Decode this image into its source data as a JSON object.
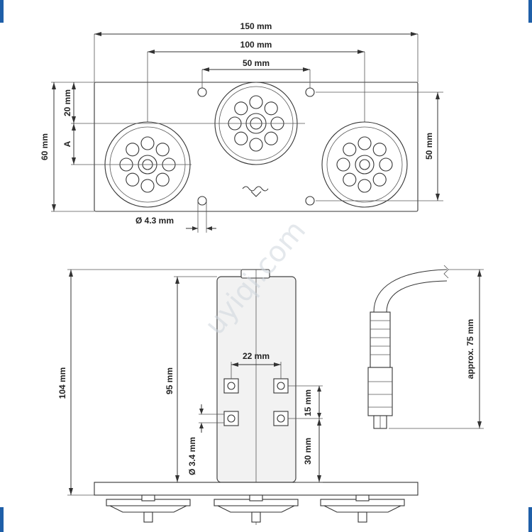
{
  "dimensions": {
    "top_width": "150 mm",
    "hole_spacing_outer": "100 mm",
    "hole_spacing_inner": "50 mm",
    "plate_height": "60 mm",
    "offset_top": "20 mm",
    "offset_a": "A",
    "right_height": "50 mm",
    "hole_diameter": "Ø 4.3 mm",
    "total_height": "104 mm",
    "body_height": "95 mm",
    "bracket_spacing": "22 mm",
    "bracket_vertical": "15 mm",
    "bracket_bottom": "30 mm",
    "small_hole": "Ø 3.4 mm",
    "cable_length": "approx. 75 mm"
  },
  "watermark": "uyiqi.com",
  "colors": {
    "accent": "#1f5fa8",
    "line": "#333333"
  }
}
